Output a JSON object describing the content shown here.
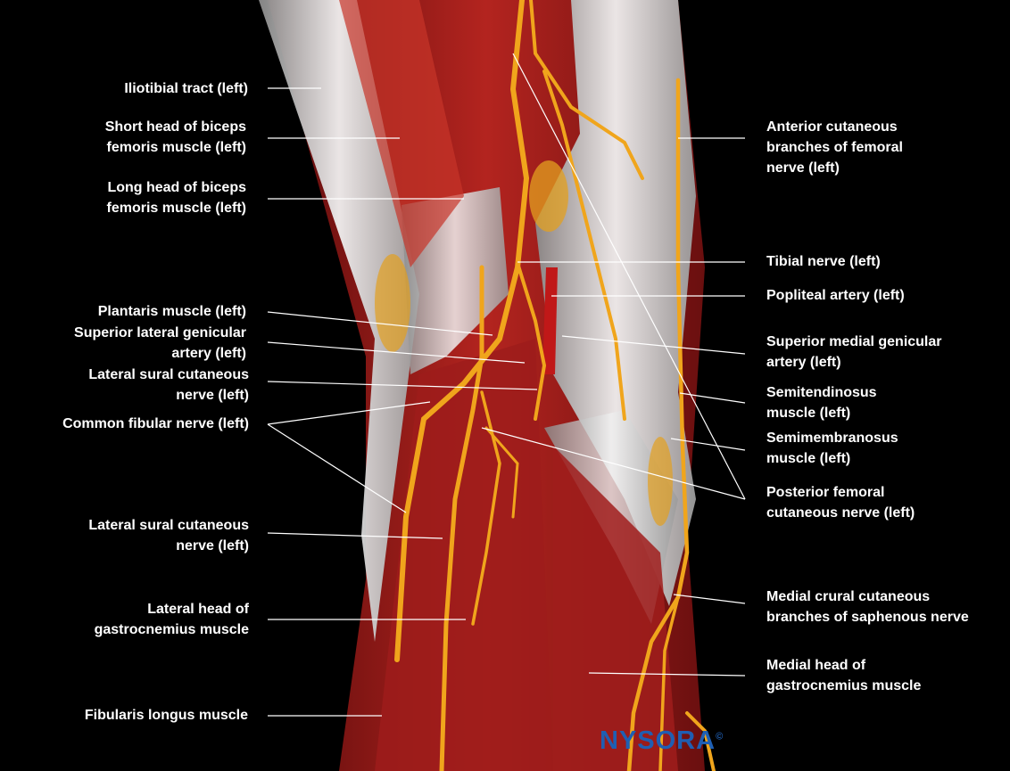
{
  "labels_left": [
    {
      "id": "iliotibial-tract",
      "lines": [
        "Iliotibial tract (left)"
      ]
    },
    {
      "id": "short-head-biceps",
      "lines": [
        "Short head of biceps",
        "femoris muscle (left)"
      ]
    },
    {
      "id": "long-head-biceps",
      "lines": [
        "Long head of biceps",
        "femoris muscle (left)"
      ]
    },
    {
      "id": "plantaris",
      "lines": [
        "Plantaris muscle (left)"
      ]
    },
    {
      "id": "superior-lateral-genicular",
      "lines": [
        "Superior lateral genicular",
        "artery (left)"
      ]
    },
    {
      "id": "lateral-sural-upper",
      "lines": [
        "Lateral sural cutaneous",
        "nerve (left)"
      ]
    },
    {
      "id": "common-fibular",
      "lines": [
        "Common fibular nerve (left)"
      ]
    },
    {
      "id": "lateral-sural-lower",
      "lines": [
        "Lateral sural cutaneous",
        "nerve (left)"
      ]
    },
    {
      "id": "lateral-head-gastrocnemius",
      "lines": [
        "Lateral head of",
        "gastrocnemius muscle"
      ]
    },
    {
      "id": "fibularis-longus",
      "lines": [
        "Fibularis longus muscle"
      ]
    }
  ],
  "labels_right": [
    {
      "id": "anterior-cutaneous",
      "lines": [
        "Anterior cutaneous",
        "branches of femoral",
        "nerve (left)"
      ]
    },
    {
      "id": "tibial-nerve",
      "lines": [
        "Tibial nerve (left)"
      ]
    },
    {
      "id": "popliteal-artery",
      "lines": [
        "Popliteal artery (left)"
      ]
    },
    {
      "id": "superior-medial-genicular",
      "lines": [
        "Superior medial genicular",
        "artery (left)"
      ]
    },
    {
      "id": "semitendinosus",
      "lines": [
        "Semitendinosus",
        "muscle (left)"
      ]
    },
    {
      "id": "semimembranosus",
      "lines": [
        "Semimembranosus",
        "muscle (left)"
      ]
    },
    {
      "id": "posterior-femoral",
      "lines": [
        "Posterior femoral",
        "cutaneous nerve (left)"
      ]
    },
    {
      "id": "medial-crural",
      "lines": [
        "Medial crural cutaneous",
        "branches of saphenous nerve"
      ]
    },
    {
      "id": "medial-head-gastrocnemius",
      "lines": [
        "Medial head of",
        "gastrocnemius muscle"
      ]
    }
  ],
  "logo": {
    "text": "NYSORA",
    "mark": "©"
  },
  "colors": {
    "background": "#000000",
    "muscle": "#a8201f",
    "tendon": "#d9d9d9",
    "nerve": "#f0a51c",
    "artery": "#c01818",
    "leader": "#ffffff",
    "logo": "#1f5fb3"
  }
}
